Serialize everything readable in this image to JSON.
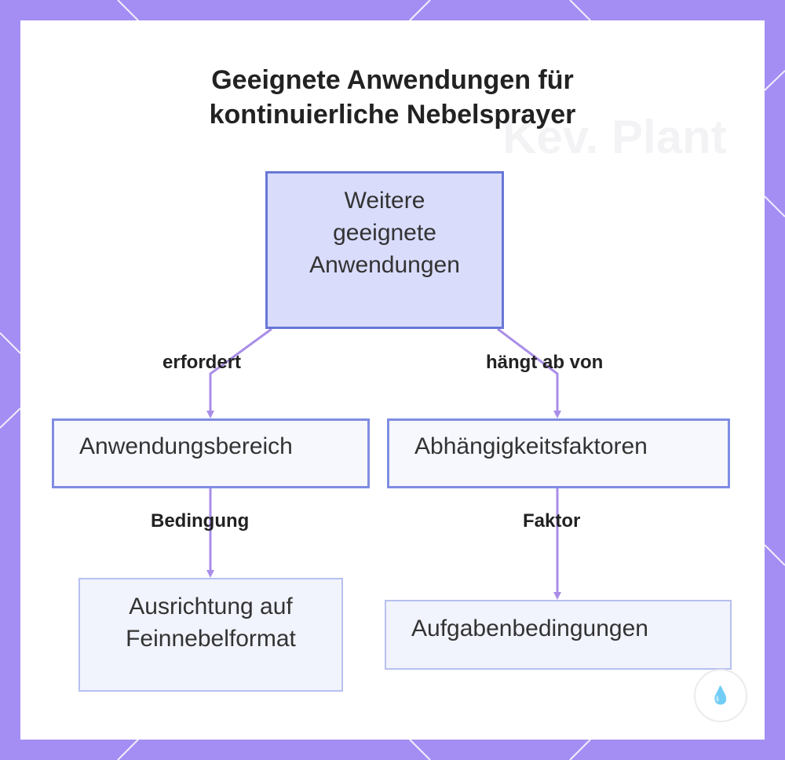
{
  "title": {
    "line1": "Geeignete Anwendungen für",
    "line2": "kontinuierliche Nebelsprayer"
  },
  "watermark": "Kev. Plant",
  "nodes": {
    "root": "Weitere geeignete Anwendungen",
    "application_area": "Anwendungsbereich",
    "dependency_factors": "Abhängigkeitsfaktoren",
    "fine_mist_alignment": "Ausrichtung auf Feinnebelformat",
    "task_conditions": "Aufgabenbedingungen"
  },
  "edges": {
    "requires": "erfordert",
    "depends_on": "hängt ab von",
    "condition": "Bedingung",
    "factor": "Faktor"
  },
  "colors": {
    "frame": "#a48ef3",
    "root_fill": "#d9dcfb",
    "root_border": "#6877d6",
    "edge": "#a98ee8"
  }
}
